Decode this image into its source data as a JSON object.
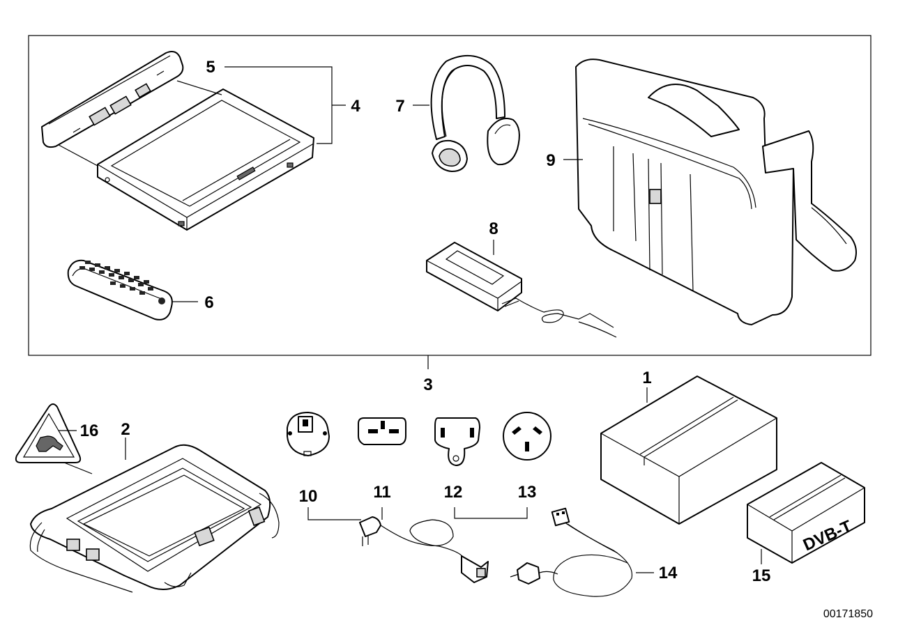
{
  "callouts": {
    "n1": "1",
    "n2": "2",
    "n3": "3",
    "n4": "4",
    "n5": "5",
    "n6": "6",
    "n7": "7",
    "n8": "8",
    "n9": "9",
    "n10": "10",
    "n11": "11",
    "n12": "12",
    "n13": "13",
    "n14": "14",
    "n15": "15",
    "n16": "16"
  },
  "box15_label": "DVB-T",
  "document_number": "00171850"
}
